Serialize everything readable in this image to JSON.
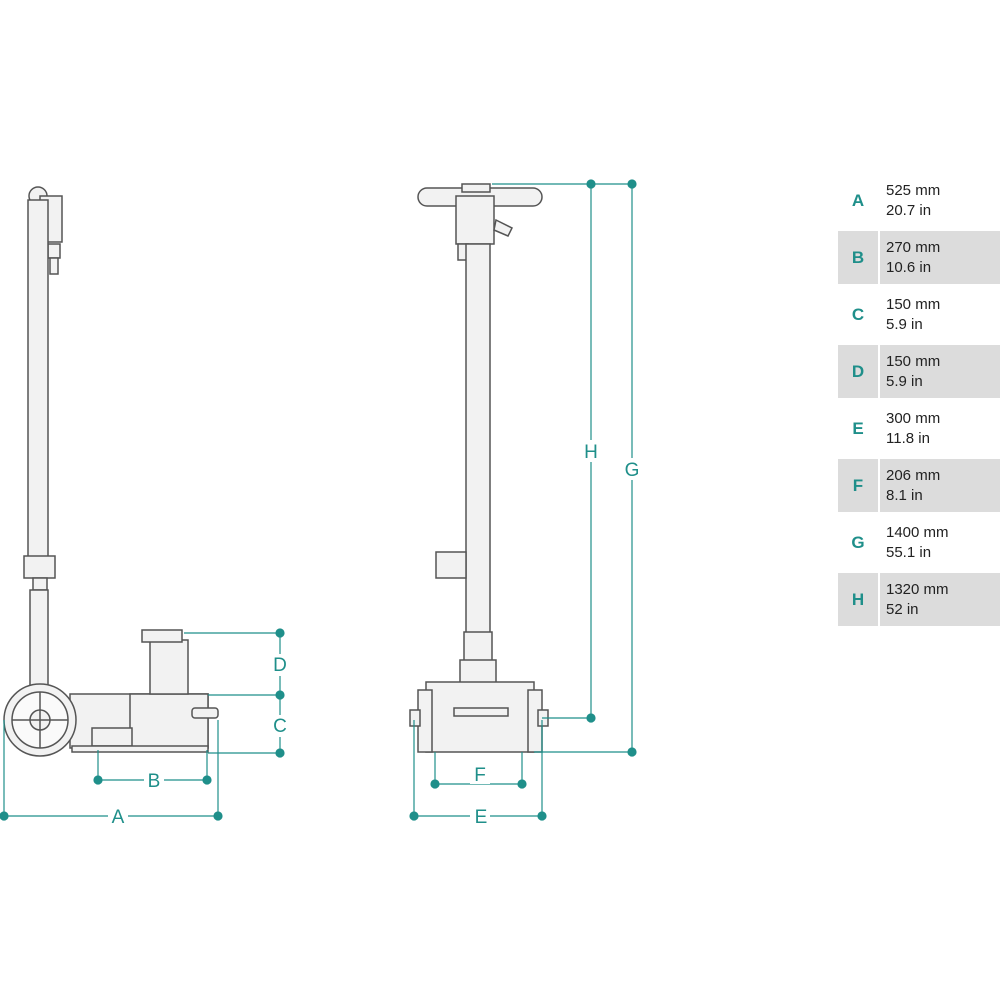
{
  "colors": {
    "dimension": "#1f8f8a",
    "outline": "#555555",
    "fill": "#f2f2f2",
    "shade": "#dcdcdc"
  },
  "dimension_labels": {
    "A": "A",
    "B": "B",
    "C": "C",
    "D": "D",
    "E": "E",
    "F": "F",
    "G": "G",
    "H": "H"
  },
  "specs": [
    {
      "letter": "A",
      "mm": "525 mm",
      "inch": "20.7 in"
    },
    {
      "letter": "B",
      "mm": "270 mm",
      "inch": "10.6 in"
    },
    {
      "letter": "C",
      "mm": "150 mm",
      "inch": "5.9 in"
    },
    {
      "letter": "D",
      "mm": "150 mm",
      "inch": "5.9 in"
    },
    {
      "letter": "E",
      "mm": "300 mm",
      "inch": "11.8 in"
    },
    {
      "letter": "F",
      "mm": "206 mm",
      "inch": "8.1 in"
    },
    {
      "letter": "G",
      "mm": "1400 mm",
      "inch": "55.1 in"
    },
    {
      "letter": "H",
      "mm": "1320 mm",
      "inch": "52 in"
    }
  ]
}
